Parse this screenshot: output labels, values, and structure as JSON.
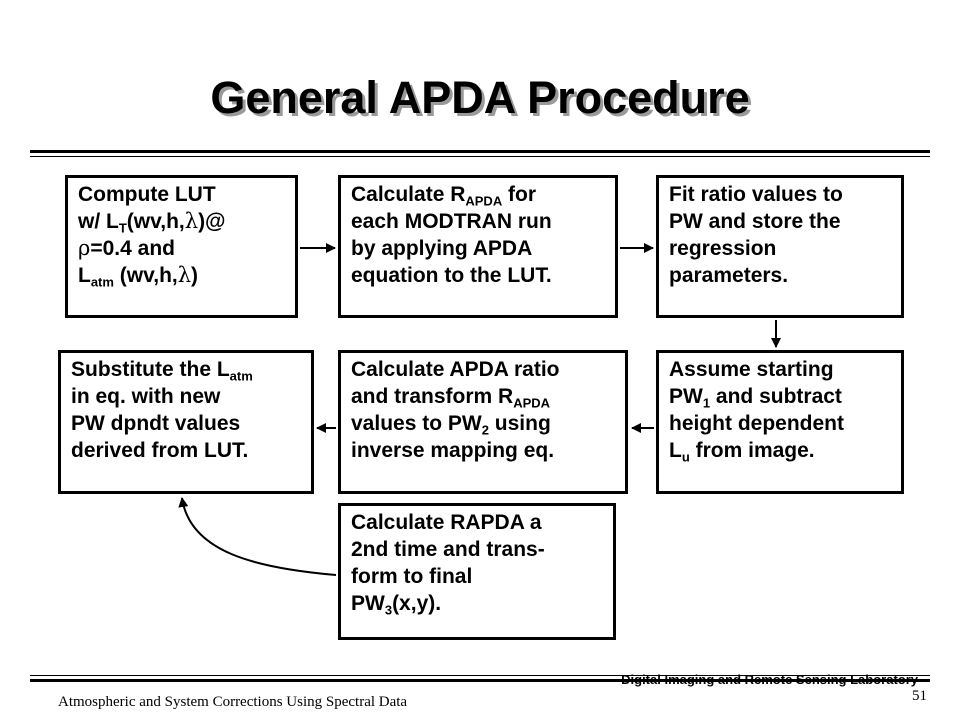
{
  "slide": {
    "title": "General APDA Procedure",
    "page_number": "51",
    "footer_left": "Atmospheric and System Corrections Using Spectral Data",
    "footer_right": "Digital Imaging and Remote Sensing Laboratory"
  },
  "boxes": {
    "b1": {
      "l1": "Compute LUT",
      "l2a": "w/ L",
      "l2sub": "T",
      "l2b": "(wv,h,",
      "l2sym": "λ",
      "l2c": ")@",
      "l3sym": "ρ",
      "l3": "=0.4 and",
      "l4a": "L",
      "l4sub": "atm",
      "l4b": " (wv,h,",
      "l4sym": "λ",
      "l4c": ")"
    },
    "b2": {
      "l1a": "Calculate R",
      "l1sub": "APDA",
      "l1b": " for",
      "l2": "each MODTRAN run",
      "l3": "by applying APDA",
      "l4": "equation to the LUT."
    },
    "b3": {
      "l1": "Fit ratio values to",
      "l2": "PW and store the",
      "l3": "regression",
      "l4": "parameters."
    },
    "b4": {
      "l1a": "Substitute the L",
      "l1sub": "atm",
      "l2": "in eq. with new",
      "l3": "PW dpndt values",
      "l4": "derived from LUT."
    },
    "b5": {
      "l1": "Calculate APDA ratio",
      "l2a": "and transform R",
      "l2sub": "APDA",
      "l3a": "values to PW",
      "l3sub": "2",
      "l3b": " using",
      "l4": "inverse mapping eq."
    },
    "b6": {
      "l1": "Assume starting",
      "l2a": "PW",
      "l2sub": "1",
      "l2b": " and subtract",
      "l3": "height dependent",
      "l4a": "L",
      "l4sub": "u",
      "l4b": " from image."
    },
    "b7": {
      "l1": "Calculate RAPDA a",
      "l2": "2nd time and trans-",
      "l3": "form to final",
      "l4a": "PW",
      "l4sub": "3",
      "l4b": "(x,y)."
    }
  }
}
